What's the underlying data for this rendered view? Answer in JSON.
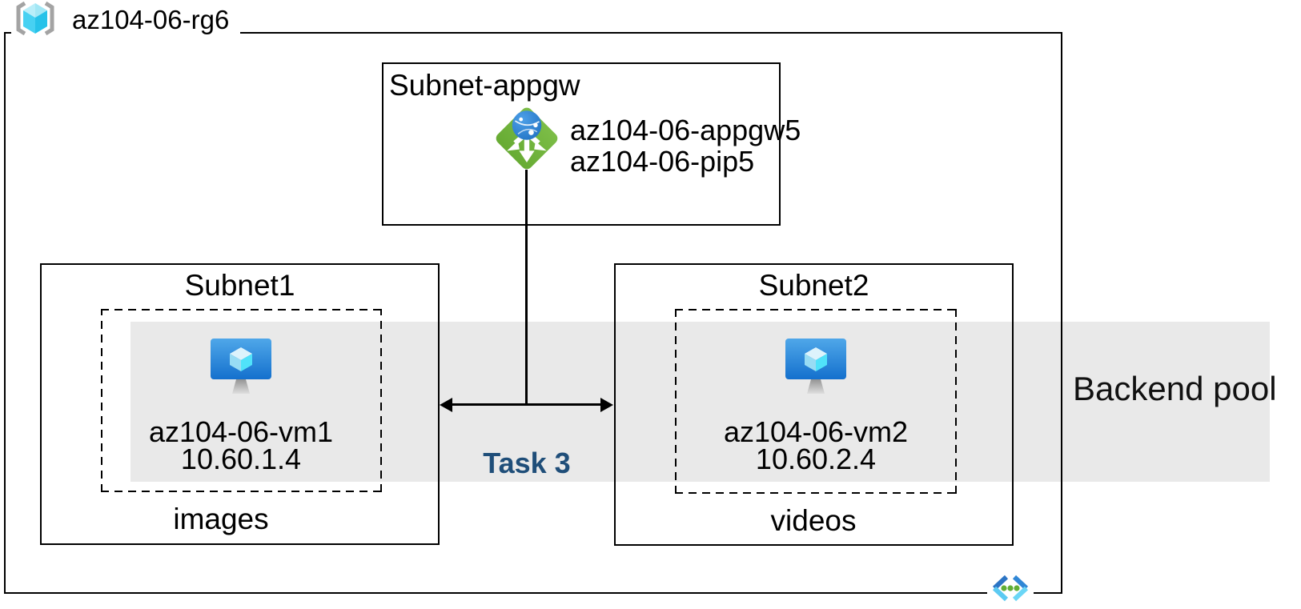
{
  "diagram": {
    "resource_group": {
      "name": "az104-06-rg6",
      "icon": "resource-group-icon"
    },
    "appgw_subnet": {
      "title": "Subnet-appgw",
      "gateway": {
        "icon": "application-gateway-icon",
        "line1": "az104-06-appgw5",
        "line2": "az104-06-pip5"
      }
    },
    "subnet1": {
      "title": "Subnet1",
      "vm": {
        "icon": "virtual-machine-icon",
        "name": "az104-06-vm1",
        "ip": "10.60.1.4"
      },
      "caption": "images"
    },
    "subnet2": {
      "title": "Subnet2",
      "vm": {
        "icon": "virtual-machine-icon",
        "name": "az104-06-vm2",
        "ip": "10.60.2.4"
      },
      "caption": "videos"
    },
    "backend_pool": {
      "label": "Backend pool"
    },
    "task": {
      "label": "Task 3"
    },
    "vnet_icon": "virtual-network-icon",
    "colors": {
      "task_label": "#1f4e79",
      "backend_band": "#e9e9e9",
      "appgw_green": "#72b43d",
      "globe_blue": "#2e7fd0",
      "vm_blue_top": "#4fa7e9",
      "vm_blue_bottom": "#1470cd",
      "rg_cube_cyan": "#35c9ec",
      "vnet_blue": "#2c74c4",
      "vnet_cyan": "#5ccaf2",
      "vnet_dot_green": "#61ae35",
      "line_black": "#000000"
    }
  }
}
